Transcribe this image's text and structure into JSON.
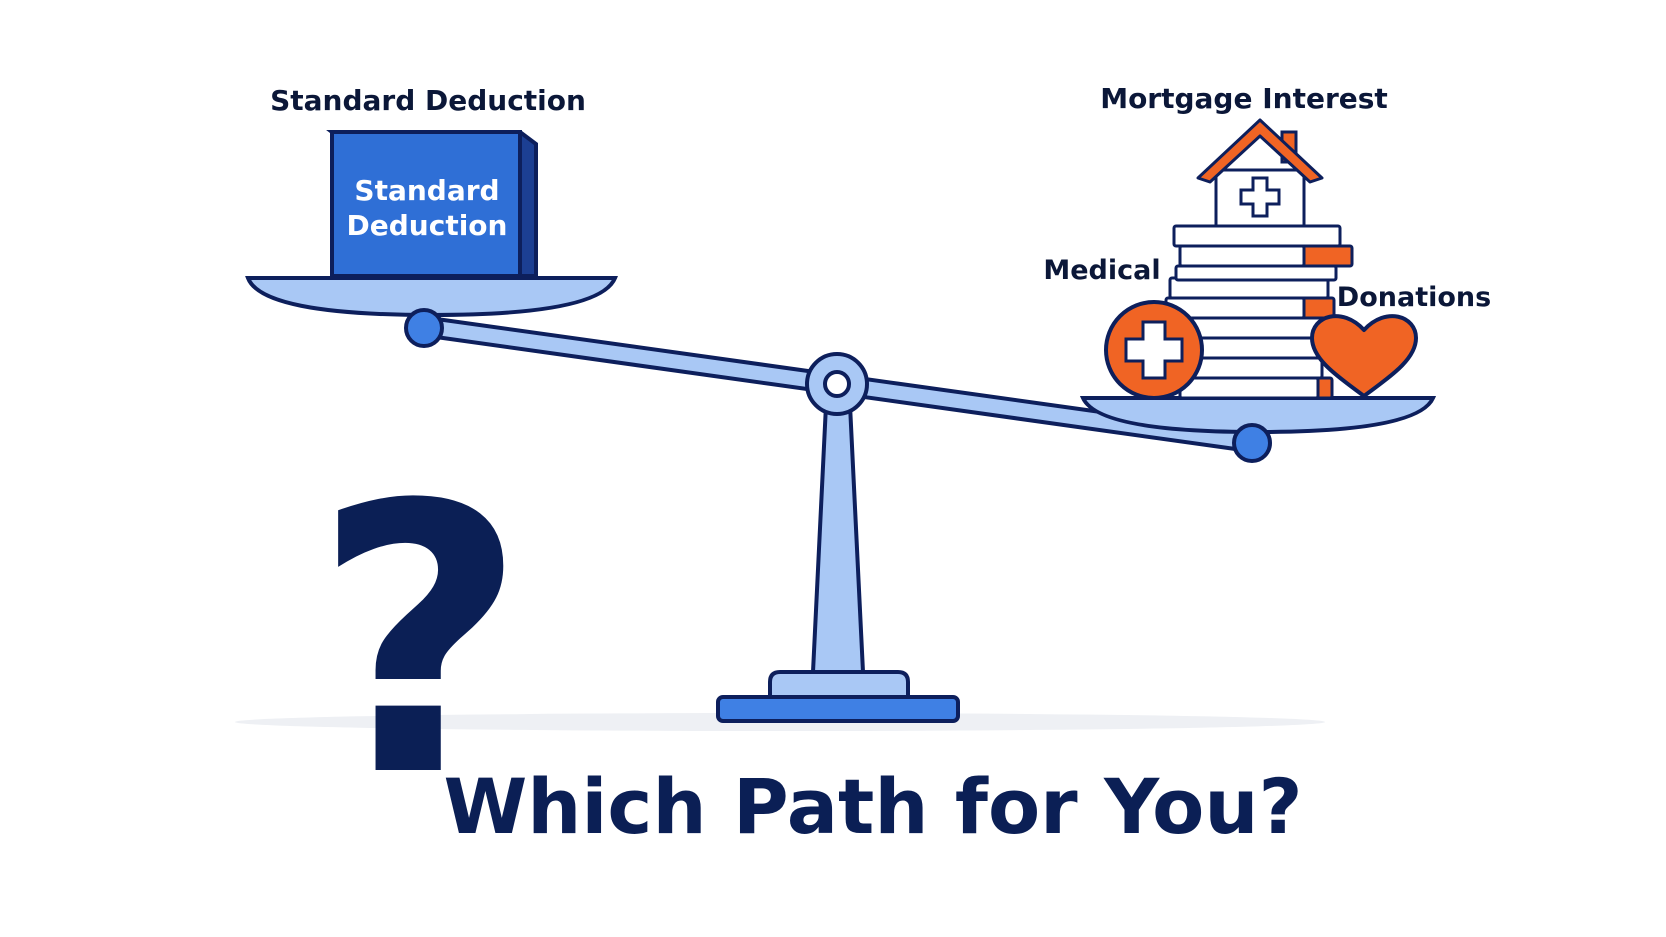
{
  "left_pan": {
    "label": "Standard Deduction",
    "box_line1": "Standard",
    "box_line2": "Deduction"
  },
  "right_pan": {
    "label_mortgage": "Mortgage Interest",
    "label_medical": "Medical",
    "label_donations": "Donations"
  },
  "headline": "Which Path for You?",
  "icons": [
    "question-mark-icon",
    "house-icon",
    "medical-cross-icon",
    "heart-icon",
    "balance-scale-icon"
  ],
  "colors": {
    "navy": "#0b1f55",
    "outline": "#0d1f5c",
    "blue": "#2f6fd6",
    "light_blue": "#a9c8f5",
    "orange": "#f06424",
    "white": "#ffffff"
  }
}
